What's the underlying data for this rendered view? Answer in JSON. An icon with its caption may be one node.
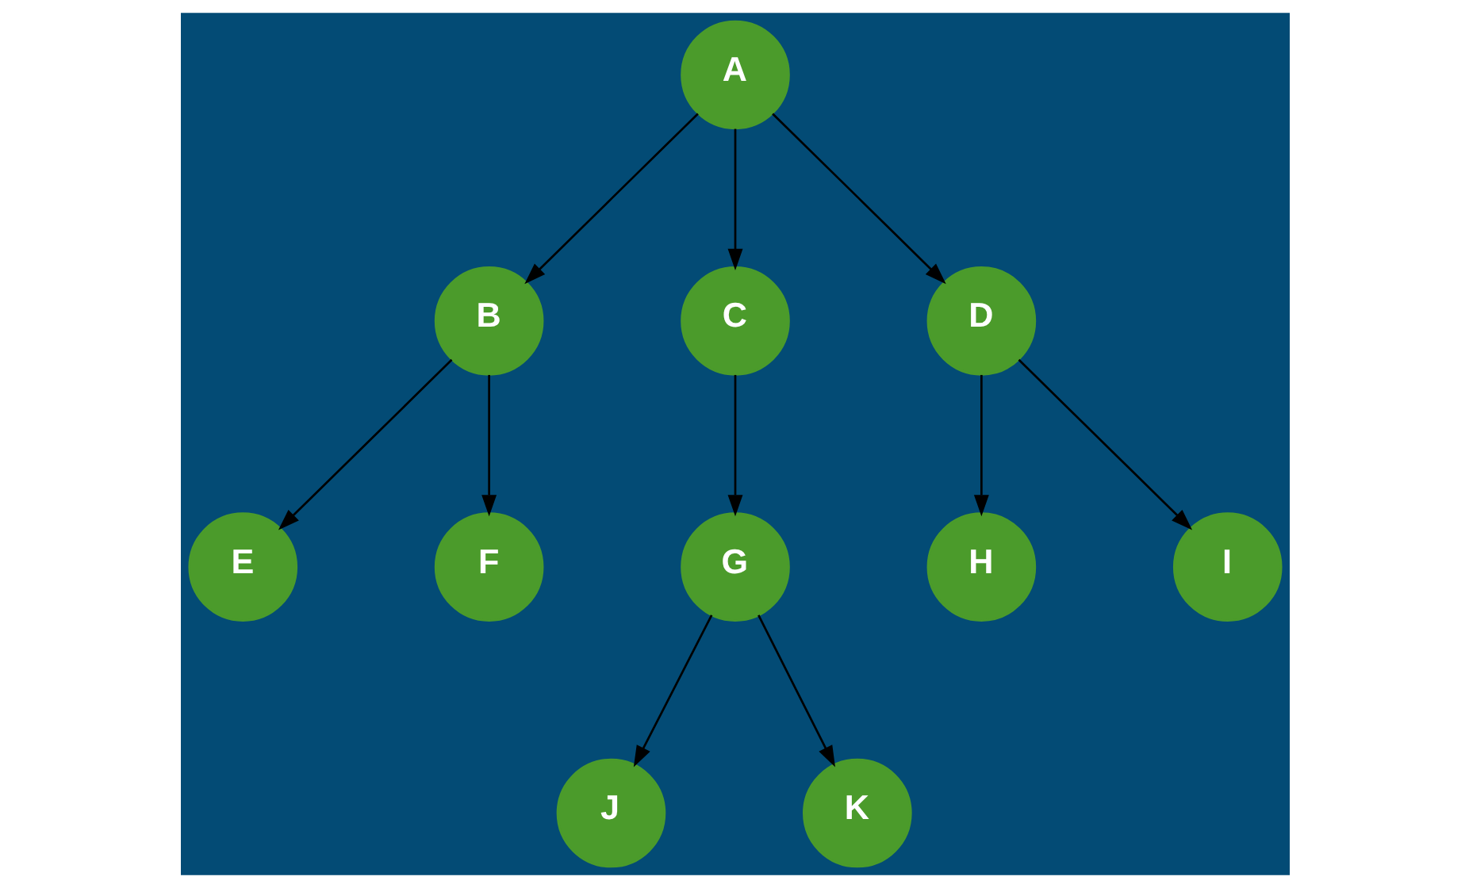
{
  "diagram": {
    "nodes": [
      {
        "text": [
          "A"
        ]
      },
      {
        "text": [
          "B"
        ]
      },
      {
        "text": [
          "C"
        ]
      },
      {
        "text": [
          "D"
        ]
      },
      {
        "text": [
          "E"
        ]
      },
      {
        "text": [
          "F"
        ]
      },
      {
        "text": [
          "G"
        ]
      },
      {
        "text": [
          "H"
        ]
      },
      {
        "text": [
          "I"
        ]
      },
      {
        "text": [
          "J"
        ]
      },
      {
        "text": [
          "K"
        ]
      }
    ],
    "edges": [
      {
        "from": 0,
        "to": 1,
        "arrow": "to"
      },
      {
        "from": 0,
        "to": 2,
        "arrow": "to"
      },
      {
        "from": 0,
        "to": 3,
        "arrow": "to"
      },
      {
        "from": 1,
        "to": 4,
        "arrow": "to"
      },
      {
        "from": 1,
        "to": 5,
        "arrow": "to"
      },
      {
        "from": 2,
        "to": 6,
        "arrow": "to"
      },
      {
        "from": 3,
        "to": 7,
        "arrow": "to"
      },
      {
        "from": 3,
        "to": 8,
        "arrow": "to"
      },
      {
        "from": 6,
        "to": 9,
        "arrow": "to"
      },
      {
        "from": 6,
        "to": 10,
        "arrow": "to"
      }
    ]
  }
}
